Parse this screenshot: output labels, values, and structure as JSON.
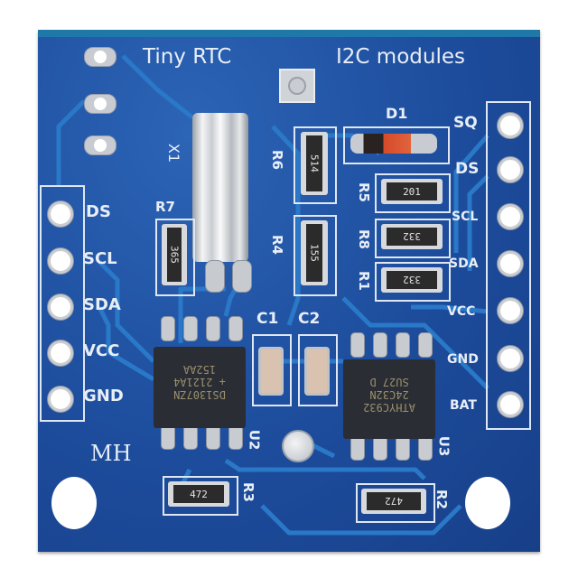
{
  "board": {
    "title_left": "Tiny RTC",
    "title_right": "I2C  modules",
    "maker": "MH",
    "colors": {
      "pcb": "#1e4fa0",
      "silkscreen": "#e8eef6",
      "copper_trace": "#2a78c8",
      "solder": "#c8ccd2"
    }
  },
  "left_header": {
    "pins": [
      {
        "label": "DS"
      },
      {
        "label": "SCL"
      },
      {
        "label": "SDA"
      },
      {
        "label": "VCC"
      },
      {
        "label": "GND"
      }
    ]
  },
  "right_header": {
    "pins": [
      {
        "label": "SQ"
      },
      {
        "label": "DS"
      },
      {
        "label": "SCL"
      },
      {
        "label": "SDA"
      },
      {
        "label": "VCC"
      },
      {
        "label": "GND"
      },
      {
        "label": "BAT"
      }
    ]
  },
  "components": {
    "crystal": {
      "ref": "X1"
    },
    "diode": {
      "ref": "D1"
    },
    "r7": {
      "ref": "R7",
      "code": "365"
    },
    "r6": {
      "ref": "R6",
      "code": "514"
    },
    "r4": {
      "ref": "R4",
      "code": "155"
    },
    "r5": {
      "ref": "R5",
      "code": "201"
    },
    "r8": {
      "ref": "R8",
      "code": "332"
    },
    "r1": {
      "ref": "R1",
      "code": "332"
    },
    "r3": {
      "ref": "R3",
      "code": "472"
    },
    "r2": {
      "ref": "R2",
      "code": "472"
    },
    "c1": {
      "ref": "C1"
    },
    "c2": {
      "ref": "C2"
    },
    "u2": {
      "ref": "U2",
      "lines": [
        "152AA",
        "+ 2121A4",
        "DS1307ZN"
      ]
    },
    "u3": {
      "ref": "U3",
      "lines": [
        "SU27 D",
        "24C32N",
        "ATHYC932"
      ]
    }
  }
}
